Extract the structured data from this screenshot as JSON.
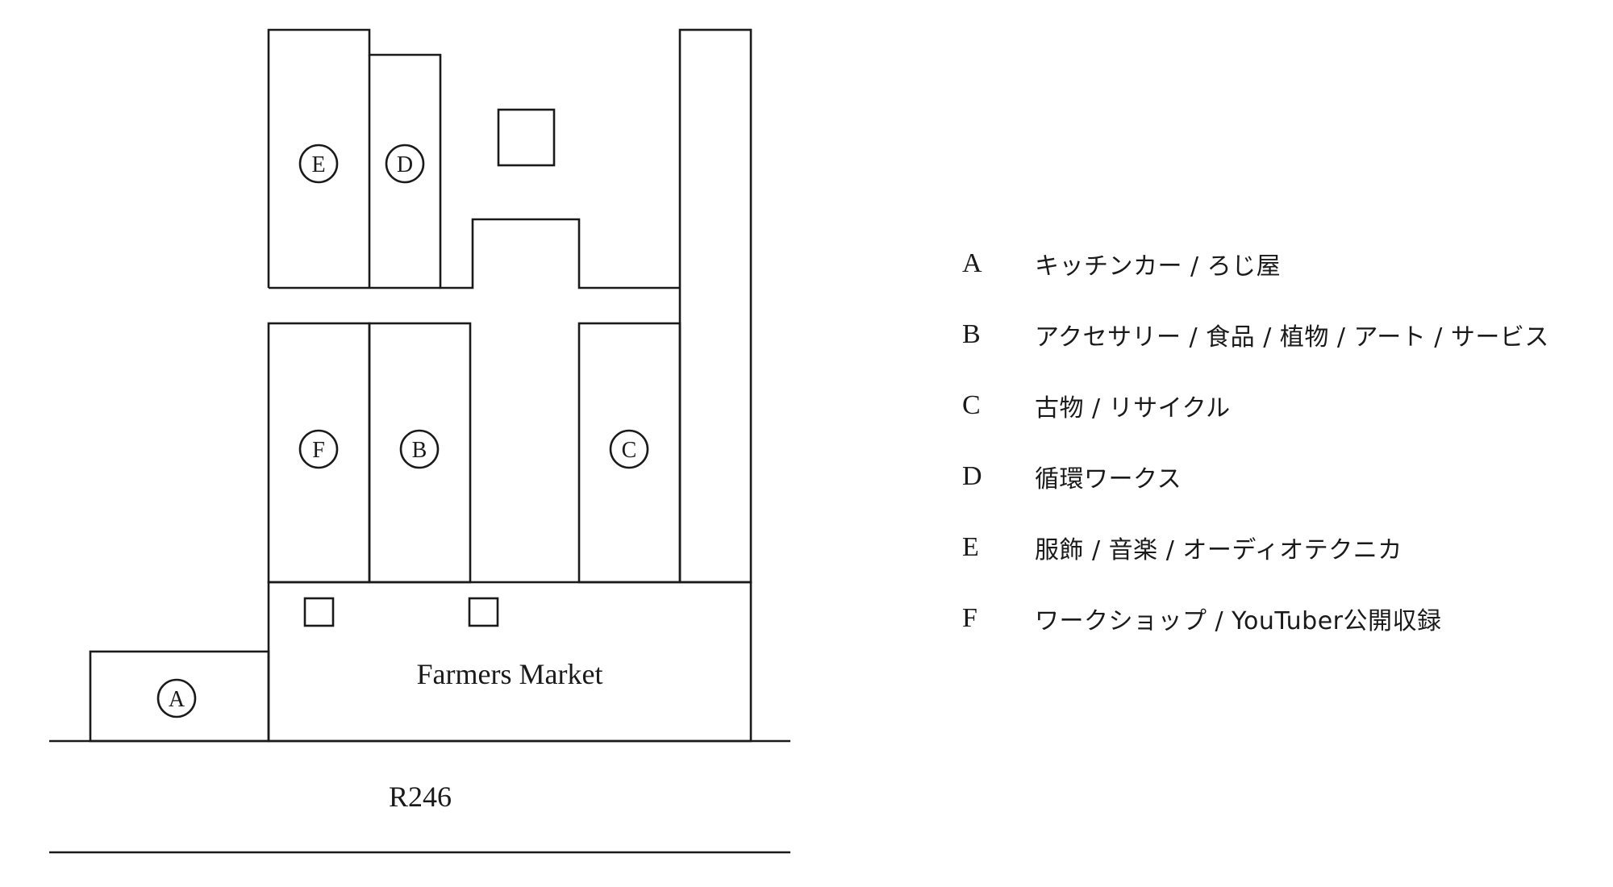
{
  "map": {
    "venue_label": "Farmers Market",
    "road_label": "R246",
    "zones": [
      {
        "id": "A",
        "label": "A"
      },
      {
        "id": "B",
        "label": "B"
      },
      {
        "id": "C",
        "label": "C"
      },
      {
        "id": "D",
        "label": "D"
      },
      {
        "id": "E",
        "label": "E"
      },
      {
        "id": "F",
        "label": "F"
      }
    ]
  },
  "legend": {
    "items": [
      {
        "letter": "A",
        "text": "キッチンカー / ろじ屋"
      },
      {
        "letter": "B",
        "text": "アクセサリー / 食品 / 植物 / アート / サービス"
      },
      {
        "letter": "C",
        "text": "古物 / リサイクル"
      },
      {
        "letter": "D",
        "text": "循環ワークス"
      },
      {
        "letter": "E",
        "text": "服飾 / 音楽 / オーディオテクニカ"
      },
      {
        "letter": "F",
        "text": "ワークショップ / YouTuber公開収録"
      }
    ]
  },
  "colors": {
    "line": "#1a1a1a",
    "background": "#ffffff"
  }
}
